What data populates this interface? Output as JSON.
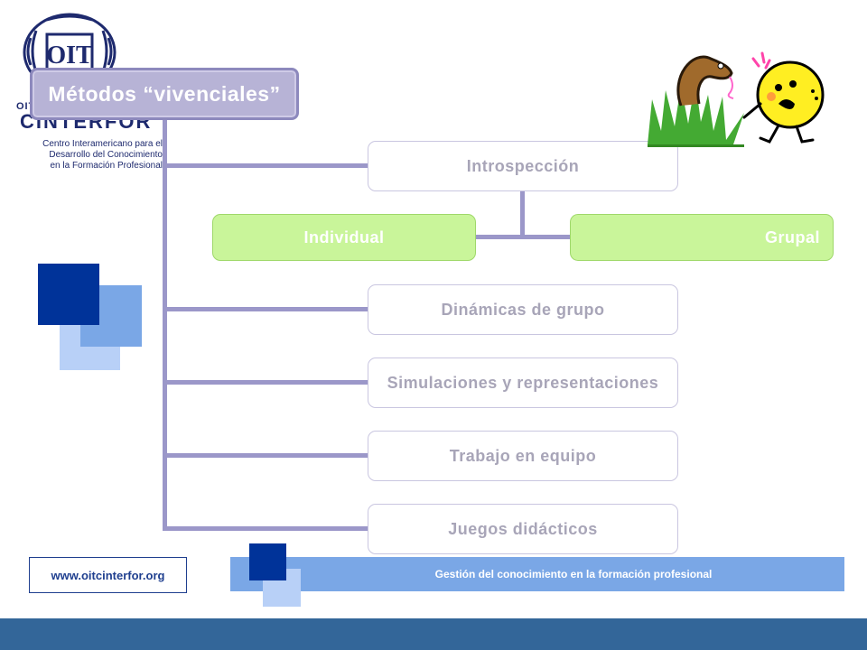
{
  "logo": {
    "acronym": "OIT",
    "small_text": "OIT",
    "name": "CINTERFOR",
    "caption": [
      "Centro Interamericano para el",
      "Desarrollo del Conocimiento",
      "en la Formación Profesional"
    ]
  },
  "title": "Métodos “vivenciales”",
  "tree": {
    "nodes": [
      {
        "label": "Introspección"
      },
      {
        "label": "Dinámicas de grupo"
      },
      {
        "label": "Simulaciones y representaciones"
      },
      {
        "label": "Trabajo en equipo"
      },
      {
        "label": "Juegos didácticos"
      }
    ],
    "introspection_children": [
      {
        "label": "Individual"
      },
      {
        "label": "Grupal"
      }
    ]
  },
  "footer": {
    "url": "www.oitcinterfor.org",
    "band_text": "Gestión del conocimiento en la formación profesional"
  },
  "colors": {
    "line": "#9b97c9",
    "green_node": "#c9f59a",
    "dark_blue": "#003399",
    "mid_blue": "#7aa7e6",
    "light_blue": "#b8d0f7",
    "bottom_bar": "#336699"
  },
  "illustration": "snake-and-scared-face-icon"
}
